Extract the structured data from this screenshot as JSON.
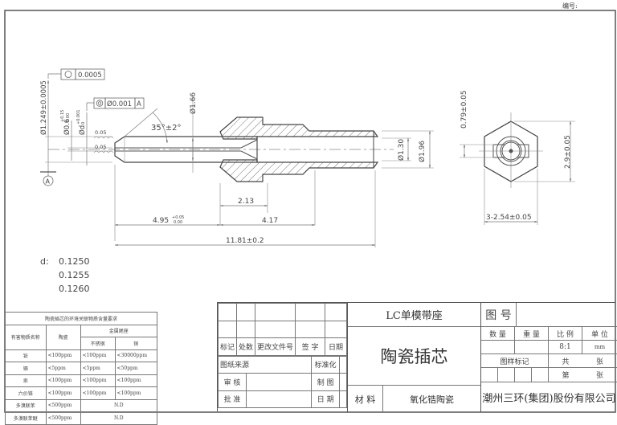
{
  "header": {
    "serial_label": "编号:"
  },
  "drawing": {
    "flatness_tolerance": "0.0005",
    "concentricity_tolerance": "Ø0.001",
    "datum_ref": "A",
    "datum_label": "A",
    "dim_outer_dia": "Ø1.249±0.0005",
    "dim_bore_dia": "Ø0.6",
    "dim_bore_dia_upper": "+0.15",
    "dim_bore_dia_lower": "0.00",
    "dim_d": "Ød",
    "dim_d_upper": "+0.001",
    "dim_d_lower": "0",
    "roughness_1": "0.05",
    "roughness_2": "0.05",
    "angle": "35°±2°",
    "dim_flange_dia": "Ø1.66",
    "dim_inner_tail": "Ø1.30",
    "dim_tail_dia": "Ø1.96",
    "dim_2_13": "2.13",
    "dim_4_95": "4.95",
    "dim_4_95_upper": "+0.05",
    "dim_4_95_lower": "0.00",
    "dim_4_17": "4.17",
    "dim_total": "11.81±0.2",
    "dim_slot": "0.79±0.05",
    "dim_hex_height": "2.9±0.05",
    "dim_hex_flats": "3-2.54±0.05"
  },
  "d_values": {
    "label": "d:",
    "values": [
      "0.1250",
      "0.1255",
      "0.1260"
    ]
  },
  "env_table": {
    "title": "陶瓷插芯的环境关联物质含量要求",
    "col_substance": "有害物质名称",
    "col_ceramic": "陶瓷",
    "col_metal": "金属尾座",
    "col_stainless": "不锈钢",
    "col_copper": "铜",
    "rows": [
      {
        "name": "铅",
        "ceramic": "<100ppm",
        "stainless": "<100ppm",
        "copper": "<30000ppm"
      },
      {
        "name": "镉",
        "ceramic": "<5ppm",
        "stainless": "<5ppm",
        "copper": "<50ppm"
      },
      {
        "name": "汞",
        "ceramic": "<100ppm",
        "stainless": "<100ppm",
        "copper": "<100ppm"
      },
      {
        "name": "六价铬",
        "ceramic": "<100ppm",
        "stainless": "<100ppm",
        "copper": "<100ppm"
      },
      {
        "name": "多溴联苯",
        "ceramic": "<500ppm",
        "metal": "N.D"
      },
      {
        "name": "多溴联苯醚",
        "ceramic": "<500ppm",
        "metal": "N.D"
      }
    ]
  },
  "title_block": {
    "rev_headers": [
      "标记",
      "处数",
      "更改文件号",
      "签 字",
      "日期"
    ],
    "source_label": "图纸来源",
    "standard_label": "标准化",
    "review_label": "审 核",
    "draw_label": "制 图",
    "approve_label": "批 准",
    "date_label": "日 期",
    "product_line": "LC单模带座",
    "part_name": "陶瓷插芯",
    "material_label": "材 料",
    "material_value": "氧化锆陶瓷",
    "drawing_no_label": "图 号",
    "qty_label": "数 量",
    "weight_label": "重 量",
    "scale_label": "比 例",
    "unit_label": "单 位",
    "scale_value": "8:1",
    "unit_value": "mm",
    "sample_mark_label": "图样标记",
    "total_label": "共",
    "sheet_label": "张",
    "page_label": "第",
    "page_sheet_label": "张",
    "company": "潮州三环(集团)股份有限公司"
  }
}
